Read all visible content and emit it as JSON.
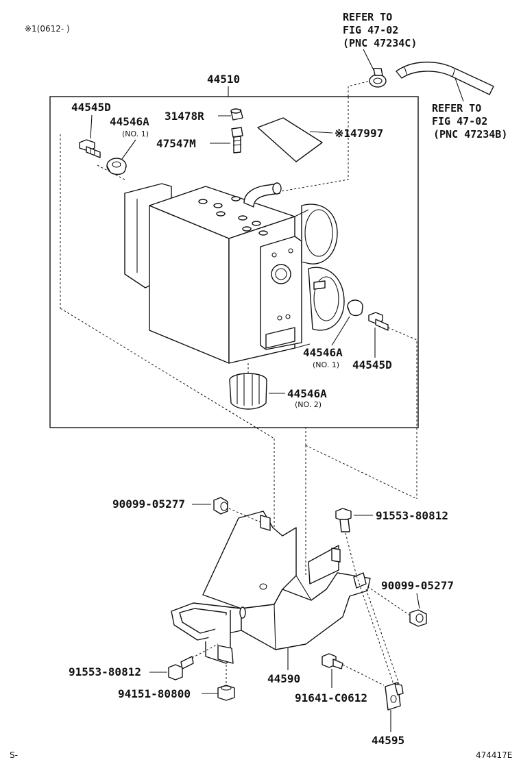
{
  "header": {
    "note": "※1(0612-   )",
    "ref_top": [
      "REFER TO",
      "FIG 47-02",
      "(PNC 47234C)"
    ],
    "ref_right": [
      "REFER TO",
      "FIG 47-02",
      "(PNC 47234B)"
    ]
  },
  "labels": {
    "assembly": "44510",
    "bolt_top_left": "44545D",
    "cushion_left": "44546A",
    "cushion_left_sub": "(NO. 1)",
    "cap": "31478R",
    "union": "47547M",
    "label_plate": "※147997",
    "cushion_right": "44546A",
    "cushion_right_sub": "(NO. 1)",
    "bolt_right": "44545D",
    "cushion_bottom": "44546A",
    "cushion_bottom_sub": "(NO. 2)",
    "nut_left": "90099-05277",
    "bolt_top_bracket": "91553-80812",
    "nut_right": "90099-05277",
    "bolt_bottom_left": "91553-80812",
    "nut_bottom": "94151-80800",
    "bracket": "44590",
    "bolt_bottom": "91641-C0612",
    "clamp": "44595"
  },
  "footer": {
    "left": "S-",
    "code": "474417E"
  }
}
